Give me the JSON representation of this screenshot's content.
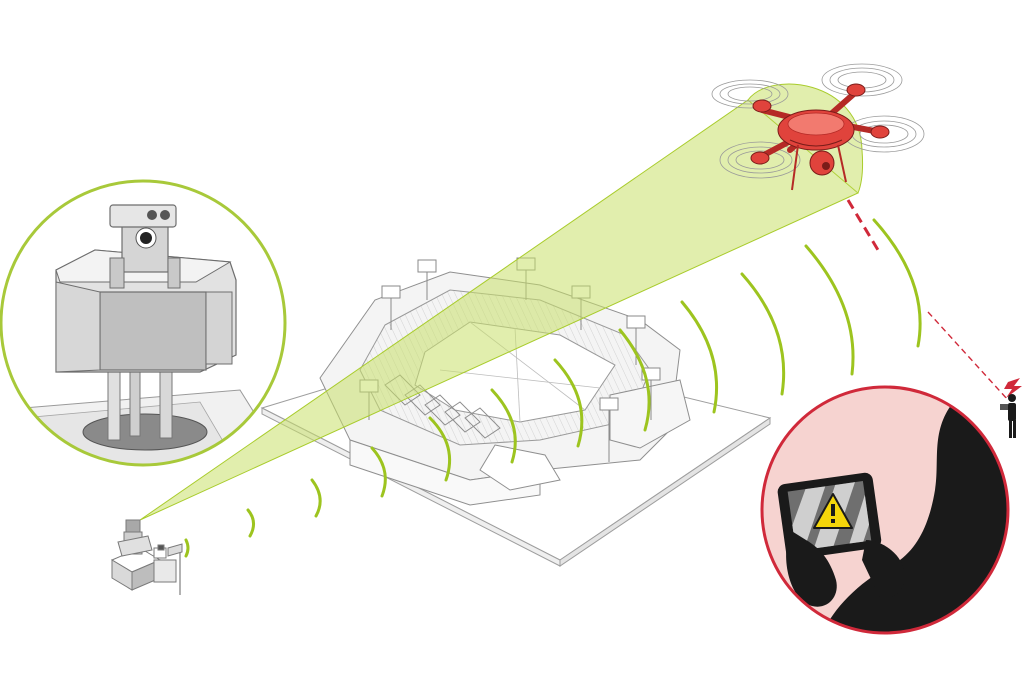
{
  "colors": {
    "beam": "#c8e06a",
    "beam_outline": "#a9cc2c",
    "signal": "#9dc41f",
    "drone": "#e0433c",
    "drone_dark": "#b52a26",
    "inset_green_border": "#a8c93a",
    "inset_red_border": "#d0293a",
    "inset_red_fill": "#f6d3d0",
    "operator": "#1a1a1a",
    "warning": "#f5d60a"
  },
  "icons": {
    "warning": "warning-triangle-icon",
    "camera_unit": "detection-camera-icon",
    "drone": "quadcopter-drone-icon",
    "operator": "drone-operator-figure"
  },
  "signal_waves": 12,
  "drone_rotors": 4,
  "stadium_floodlights": 8
}
